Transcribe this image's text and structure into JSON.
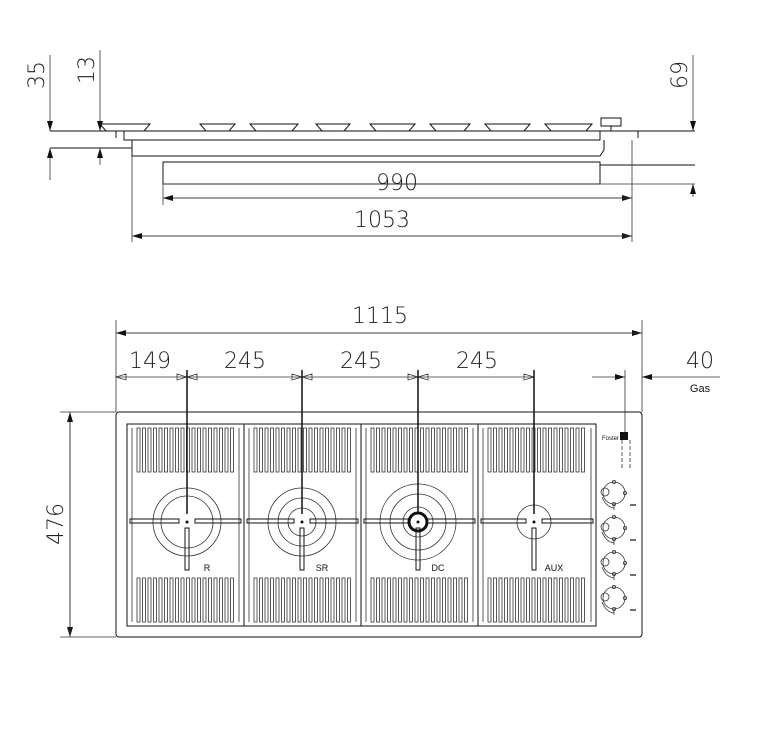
{
  "side_view": {
    "dims": {
      "height_total": "35",
      "height_top": "13",
      "height_right": "69",
      "cutout_width": "990",
      "overall_width": "1053"
    }
  },
  "top_view": {
    "dims": {
      "overall_width": "1115",
      "first_offset": "149",
      "spacing_1": "245",
      "spacing_2": "245",
      "spacing_3": "245",
      "gas_offset": "40",
      "depth": "476"
    },
    "gas_label": "Gas",
    "burners": [
      {
        "label": "R",
        "rings": 2
      },
      {
        "label": "SR",
        "rings": 2
      },
      {
        "label": "DC",
        "rings": 3
      },
      {
        "label": "AUX",
        "rings": 1
      }
    ],
    "knob_count": 4
  }
}
